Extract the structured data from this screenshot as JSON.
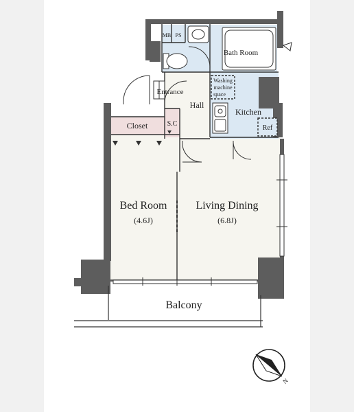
{
  "colors": {
    "wall": "#5d5d5d",
    "wet_area": "#dbe8f3",
    "closet": "#f0dede",
    "room": "#f6f5ef",
    "line": "#333333"
  },
  "rooms": {
    "bedroom": {
      "name": "Bed Room",
      "size": "(4.6J)"
    },
    "living": {
      "name": "Living Dining",
      "size": "(6.8J)"
    },
    "balcony": {
      "name": "Balcony"
    },
    "bath": {
      "name": "Bath Room"
    },
    "kitchen": {
      "name": "Kitchen"
    },
    "hall": {
      "name": "Hall"
    },
    "entrance": {
      "name": "Entrance"
    },
    "closet": {
      "name": "Closet"
    },
    "sc": {
      "name": "S.C"
    },
    "washing": {
      "line1": "Washing",
      "line2": "machine",
      "line3": "space"
    },
    "ref": {
      "name": "Ref"
    },
    "mb": {
      "name": "MB"
    },
    "ps": {
      "name": "PS"
    }
  },
  "compass": {
    "north_label": "N"
  }
}
